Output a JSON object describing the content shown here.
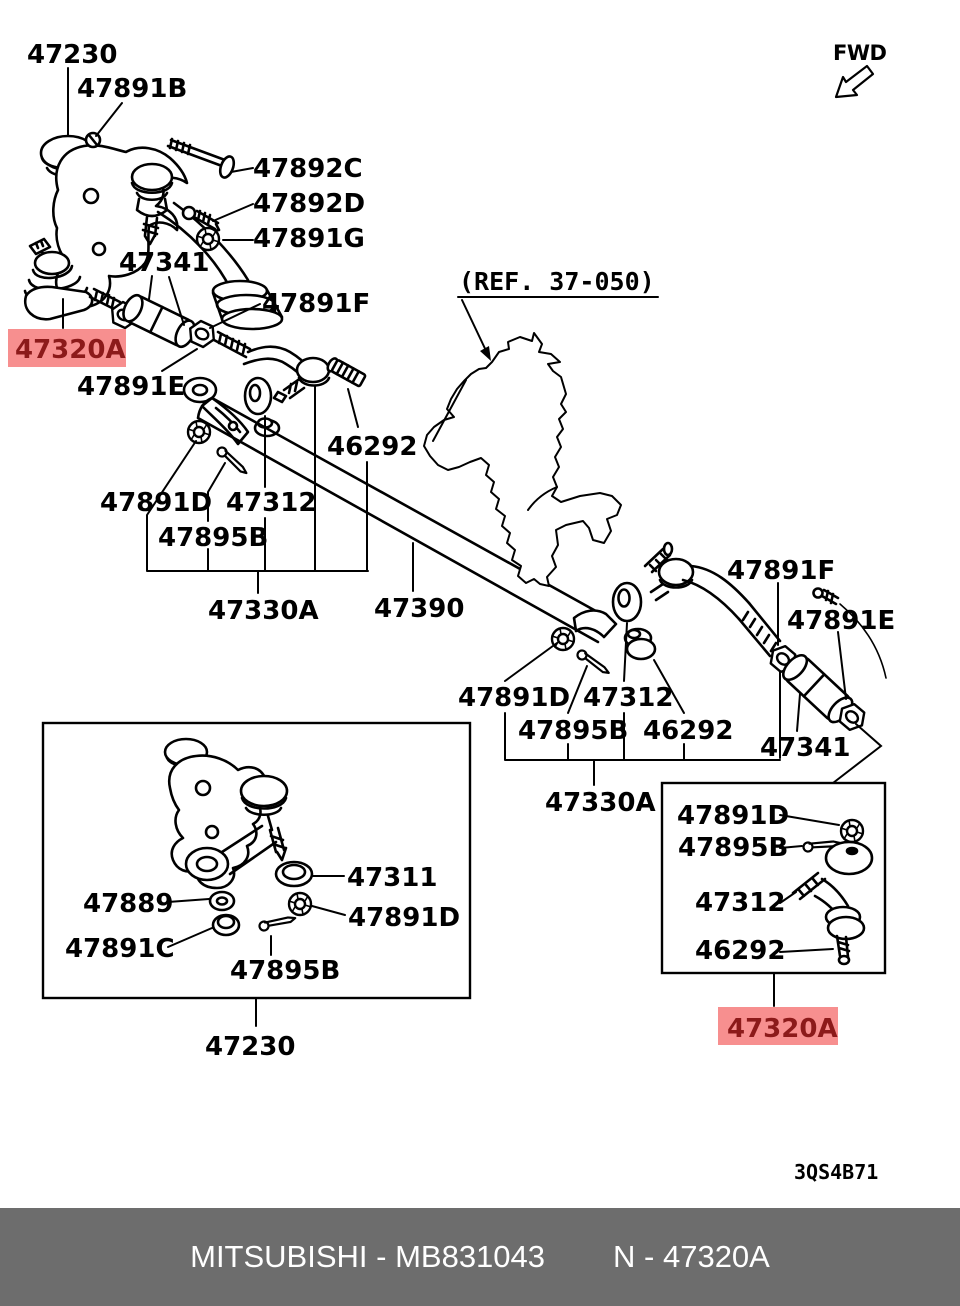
{
  "colors": {
    "highlight_bg": "#f78f8f",
    "highlight_text": "#8c1a1a",
    "footer_bg": "#6d6d6d",
    "footer_text": "#ffffff",
    "line_color": "#000000",
    "background": "#ffffff"
  },
  "orientation": {
    "fwd_label": "FWD"
  },
  "reference": {
    "note": "(REF. 37-050)"
  },
  "drawing_code": "3QS4B71",
  "footer": {
    "brand_and_part": "MITSUBISHI - MB831043",
    "catalog_ref": "N - 47320A"
  },
  "labels": [
    {
      "text": "47230",
      "highlighted": false
    },
    {
      "text": "47891B",
      "highlighted": false
    },
    {
      "text": "47892C",
      "highlighted": false
    },
    {
      "text": "47892D",
      "highlighted": false
    },
    {
      "text": "47891G",
      "highlighted": false
    },
    {
      "text": "47341",
      "highlighted": false
    },
    {
      "text": "47891F",
      "highlighted": false
    },
    {
      "text": "47320A",
      "highlighted": true
    },
    {
      "text": "47891E",
      "highlighted": false
    },
    {
      "text": "46292",
      "highlighted": false
    },
    {
      "text": "47891D",
      "highlighted": false
    },
    {
      "text": "47312",
      "highlighted": false
    },
    {
      "text": "47895B",
      "highlighted": false
    },
    {
      "text": "47330A",
      "highlighted": false
    },
    {
      "text": "47390",
      "highlighted": false
    },
    {
      "text": "47891F",
      "highlighted": false
    },
    {
      "text": "47891E",
      "highlighted": false
    },
    {
      "text": "47891D",
      "highlighted": false
    },
    {
      "text": "47312",
      "highlighted": false
    },
    {
      "text": "47895B",
      "highlighted": false
    },
    {
      "text": "46292",
      "highlighted": false
    },
    {
      "text": "47341",
      "highlighted": false
    },
    {
      "text": "47330A",
      "highlighted": false
    },
    {
      "text": "47891D",
      "highlighted": false
    },
    {
      "text": "47895B",
      "highlighted": false
    },
    {
      "text": "47312",
      "highlighted": false
    },
    {
      "text": "46292",
      "highlighted": false
    },
    {
      "text": "47320A",
      "highlighted": true
    },
    {
      "text": "47311",
      "highlighted": false
    },
    {
      "text": "47889",
      "highlighted": false
    },
    {
      "text": "47891D",
      "highlighted": false
    },
    {
      "text": "47891C",
      "highlighted": false
    },
    {
      "text": "47895B",
      "highlighted": false
    },
    {
      "text": "47230",
      "highlighted": false
    }
  ]
}
